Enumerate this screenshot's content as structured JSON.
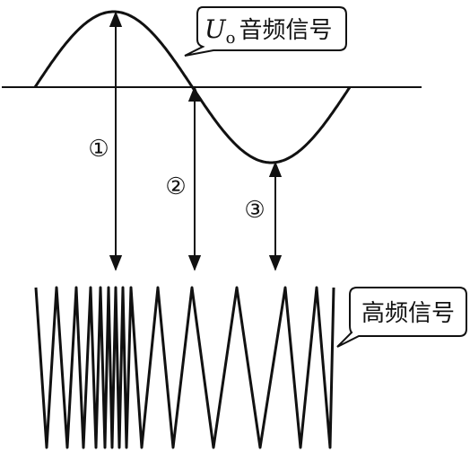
{
  "audio_callout": {
    "symbol": "U",
    "subscript": "o",
    "text": "音频信号"
  },
  "hf_callout": {
    "text": "高频信号"
  },
  "markers": [
    "①",
    "②",
    "③"
  ],
  "stroke_color": "#111111"
}
